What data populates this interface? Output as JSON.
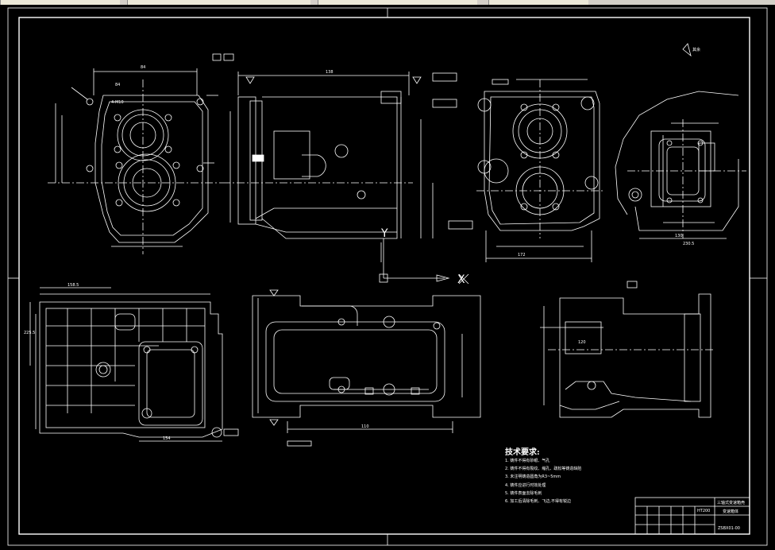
{
  "window": {
    "toolbar_segments": [
      "",
      "",
      "",
      ""
    ]
  },
  "colors": {
    "background": "#000000",
    "lines": "#ffffff",
    "window_chrome": "#d4d0c8"
  },
  "annotations": {
    "axis_x_label": "X",
    "axis_y_label": "Y",
    "roughness_note": "其余",
    "dim_a": "84",
    "dim_b": "84",
    "dim_c": "138",
    "dim_d": "4-M10",
    "dim_e": "172",
    "dim_f": "130",
    "dim_g": "158.5",
    "dim_h": "154",
    "dim_i": "110",
    "dim_j": "230.5",
    "dim_k": "225.5",
    "dim_l": "120"
  },
  "technical_requirements": {
    "title": "技术要求:",
    "items": [
      "1. 铸件不得有砂眼、气孔",
      "2. 铸件不得有裂纹、缩孔、疏松等铸造缺陷",
      "3. 未注明铸造圆角为R3~5mm",
      "4. 铸件应进行时效处理",
      "5. 铸件表面去除毛刺",
      "6. 加工后清除毛刺、飞边,不得有锐边"
    ]
  },
  "title_block": {
    "drawing_title": "三轴式变速箱壳",
    "part_name": "变速箱体",
    "drawing_number": "ZSBX01-00",
    "material": "HT200"
  }
}
